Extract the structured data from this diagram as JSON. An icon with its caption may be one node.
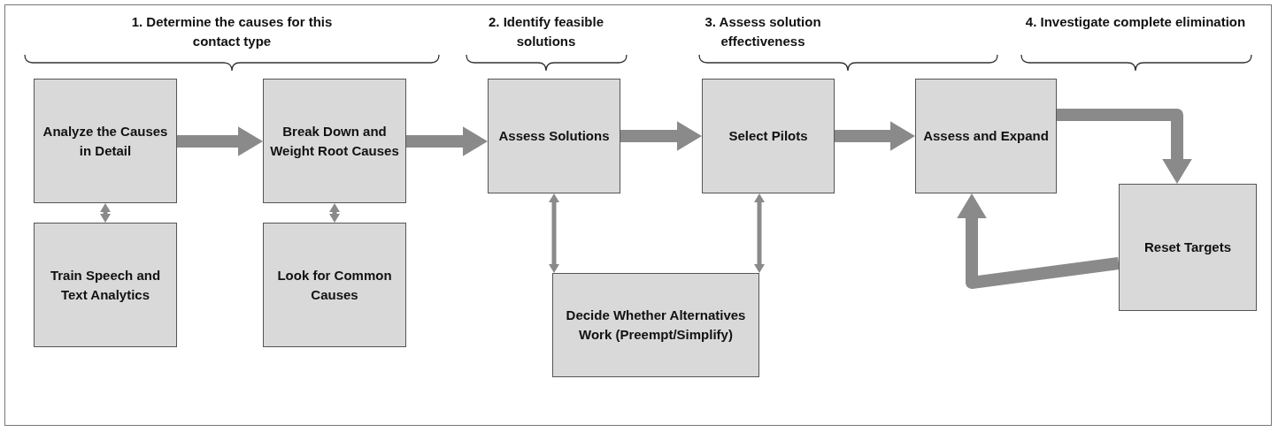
{
  "diagram": {
    "nodes": [
      {
        "text": [
          "Analyze the Causes in Detail"
        ]
      },
      {
        "text": [
          "Break Down and Weight Root Causes"
        ]
      },
      {
        "text": [
          "Assess Solutions"
        ]
      },
      {
        "text": [
          "Select Pilots"
        ]
      },
      {
        "text": [
          "Assess and Expand"
        ]
      },
      {
        "text": [
          "Reset Targets"
        ]
      },
      {
        "text": [
          "Train Speech and Text Analytics"
        ]
      },
      {
        "text": [
          "Look for Common Causes"
        ]
      },
      {
        "text": [
          "Decide Whether Alternatives Work (Preempt/Simplify)"
        ]
      }
    ],
    "edges": [
      {
        "from": 0,
        "to": 1,
        "arrow": "to"
      },
      {
        "from": 1,
        "to": 2,
        "arrow": "to"
      },
      {
        "from": 2,
        "to": 3,
        "arrow": "to"
      },
      {
        "from": 3,
        "to": 4,
        "arrow": "to"
      },
      {
        "from": 4,
        "to": 5,
        "arrow": "to"
      },
      {
        "from": 5,
        "to": 4,
        "arrow": "to"
      },
      {
        "from": 0,
        "to": 6,
        "arrow": "both"
      },
      {
        "from": 1,
        "to": 7,
        "arrow": "both"
      },
      {
        "from": 2,
        "to": 8,
        "arrow": "both"
      },
      {
        "from": 3,
        "to": 8,
        "arrow": "both"
      }
    ],
    "labels": [
      "1. Determine the causes for this contact type",
      "2. Identify feasible solutions",
      "3. Assess solution effectiveness",
      "4. Investigate complete elimination"
    ]
  }
}
